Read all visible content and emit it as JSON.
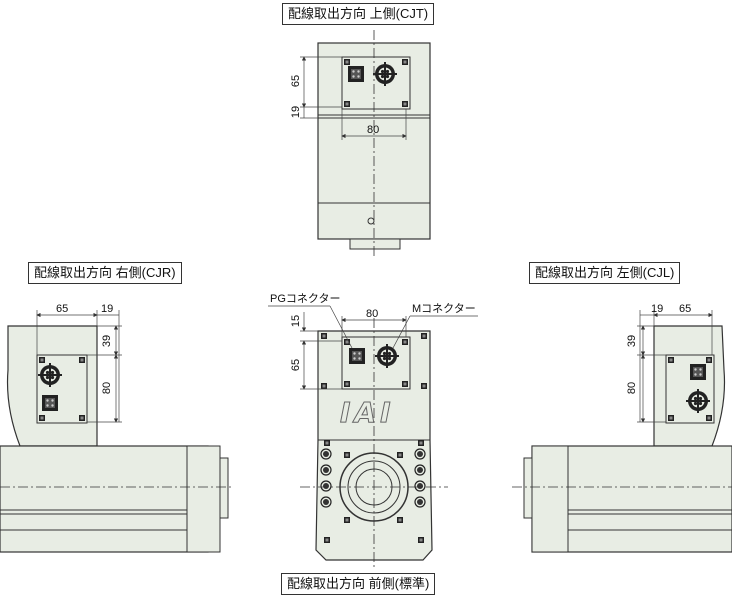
{
  "views": {
    "top": {
      "title": "配線取出方向 上側(CJT)",
      "dims": {
        "d65": "65",
        "d19": "19",
        "d80": "80"
      }
    },
    "right": {
      "title": "配線取出方向 右側(CJR)",
      "dims": {
        "d65": "65",
        "d19": "19",
        "d39": "39",
        "d80": "80"
      }
    },
    "left": {
      "title": "配線取出方向 左側(CJL)",
      "dims": {
        "d19": "19",
        "d65": "65",
        "d39": "39",
        "d80": "80"
      }
    },
    "front": {
      "title": "配線取出方向 前側(標準)",
      "dims": {
        "d80": "80",
        "d15": "15",
        "d65": "65"
      },
      "pg_connector": "PGコネクター",
      "m_connector": "Mコネクター",
      "logo": "IAI"
    }
  },
  "colors": {
    "body_fill": "#e8ede4",
    "line": "#333333",
    "dim_line": "#444444",
    "connector": "#222222"
  }
}
